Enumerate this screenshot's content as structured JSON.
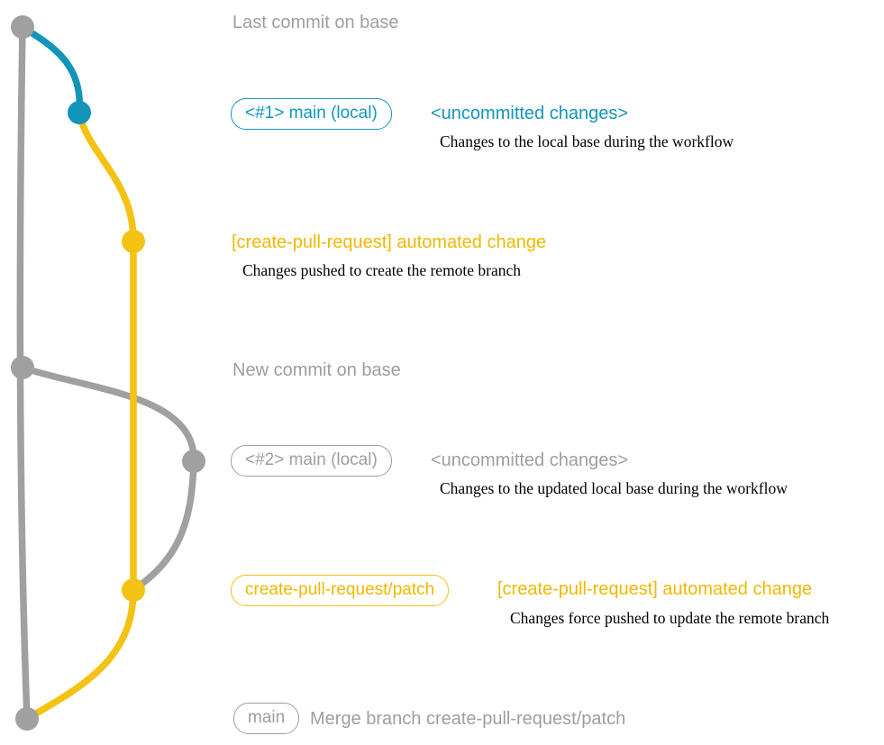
{
  "colors": {
    "gray": "#a0a0a0",
    "teal": "#1295b9",
    "yellow": "#f4c213",
    "description_text": "#000000",
    "background": "#ffffff"
  },
  "graph": {
    "commits": [
      {
        "name": "last-commit-on-base",
        "color": "gray"
      },
      {
        "name": "local-main-1-commit",
        "color": "teal"
      },
      {
        "name": "automated-change-1-commit",
        "color": "yellow"
      },
      {
        "name": "new-commit-on-base",
        "color": "gray"
      },
      {
        "name": "local-main-2-commit",
        "color": "gray"
      },
      {
        "name": "automated-change-2-commit",
        "color": "yellow"
      },
      {
        "name": "merge-commit",
        "color": "gray"
      }
    ]
  },
  "labels": {
    "last_commit_on_base": "Last commit on base",
    "step1": {
      "branch_pill": "<#1> main (local)",
      "status": "<uncommitted changes>",
      "description": "Changes to the local base during the workflow"
    },
    "step2": {
      "commit_message": "[create-pull-request] automated change",
      "description": "Changes pushed to create the remote branch"
    },
    "new_commit_on_base": "New commit on base",
    "step3": {
      "branch_pill": "<#2> main (local)",
      "status": "<uncommitted changes>",
      "description": "Changes to the updated local base during the workflow"
    },
    "step4": {
      "branch_pill": "create-pull-request/patch",
      "commit_message": "[create-pull-request] automated change",
      "description": "Changes force pushed to update the remote branch"
    },
    "step5": {
      "branch_pill": "main",
      "commit_message": "Merge branch create-pull-request/patch"
    }
  }
}
